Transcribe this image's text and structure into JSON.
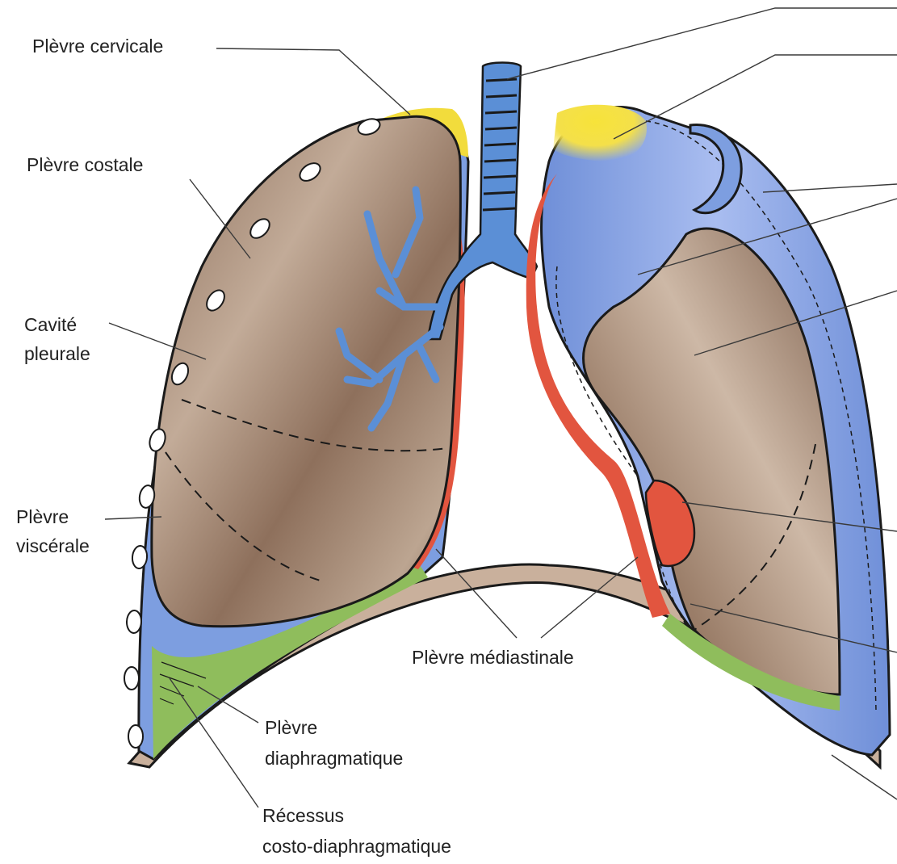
{
  "labels": {
    "plevre_cervicale": "Plèvre cervicale",
    "plevre_costale": "Plèvre costale",
    "cavite_line1": "Cavité",
    "cavite_line2": "pleurale",
    "visc_line1": "Plèvre",
    "visc_line2": "viscérale",
    "mediastinale": "Plèvre médiastinale",
    "diaph_line1": "Plèvre",
    "diaph_line2": "diaphragmatique",
    "recessus_line1": "Récessus",
    "recessus_line2": "costo-diaphragmatique"
  },
  "colors": {
    "lung_brown": "#8f7260",
    "lung_light": "#c8b3a2",
    "pleura_blue": "#7d9ee0",
    "bronchi_blue": "#5b8fd6",
    "cervical_yellow": "#f2dc3c",
    "mediastinal_red": "#e2553f",
    "diaphragm_green": "#8fbd5c",
    "diaphragm_tan": "#c9b09c"
  }
}
